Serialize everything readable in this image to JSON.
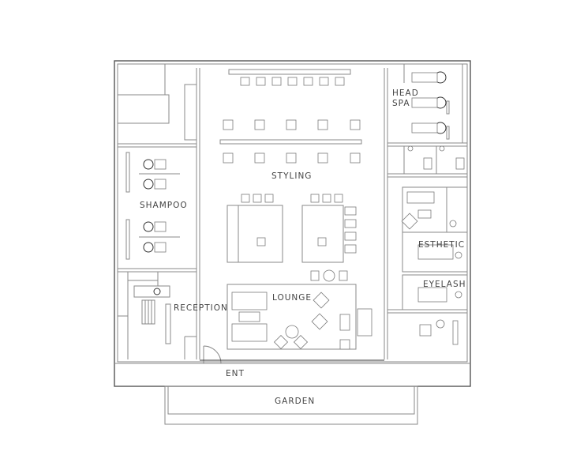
{
  "rooms": {
    "head_spa": "HEAD",
    "head_spa_line2": "SPA",
    "styling": "STYLING",
    "shampoo": "SHAMPOO",
    "esthetic": "ESTHETIC",
    "eyelash": "EYELASH",
    "lounge": "LOUNGE",
    "reception": "RECEPTION",
    "entrance": "ENT",
    "garden": "GARDEN"
  }
}
